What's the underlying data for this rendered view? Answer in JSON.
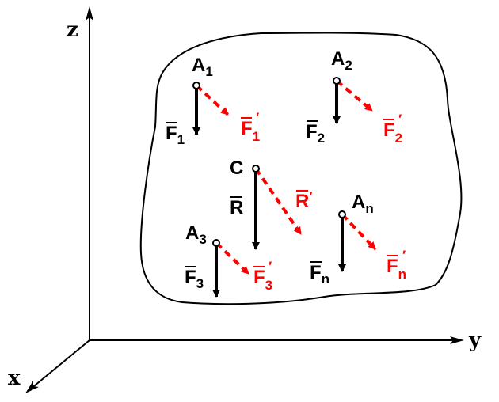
{
  "axes": {
    "z": "z",
    "y": "y",
    "x": "x"
  },
  "points": {
    "a1": {
      "name": "A",
      "sub": "1"
    },
    "a2": {
      "name": "A",
      "sub": "2"
    },
    "c": {
      "name": "C"
    },
    "a3": {
      "name": "A",
      "sub": "3"
    },
    "an": {
      "name": "A",
      "sub": "n"
    }
  },
  "forces": {
    "f1": {
      "name": "F",
      "sub": "1"
    },
    "f2": {
      "name": "F",
      "sub": "2"
    },
    "r": {
      "name": "R"
    },
    "f3": {
      "name": "F",
      "sub": "3"
    },
    "fn": {
      "name": "F",
      "sub": "n"
    }
  },
  "shifted_forces": {
    "f1p": {
      "name": "F",
      "sub": "1",
      "prime": "′"
    },
    "f2p": {
      "name": "F",
      "sub": "2",
      "prime": "′"
    },
    "rp": {
      "name": "R",
      "prime": "′"
    },
    "f3p": {
      "name": "F",
      "sub": "3",
      "prime": "′"
    },
    "fnp": {
      "name": "F",
      "sub": "n",
      "prime": "′"
    }
  },
  "colors": {
    "force": "#000000",
    "shifted_force": "#ff0000",
    "outline": "#000000"
  }
}
